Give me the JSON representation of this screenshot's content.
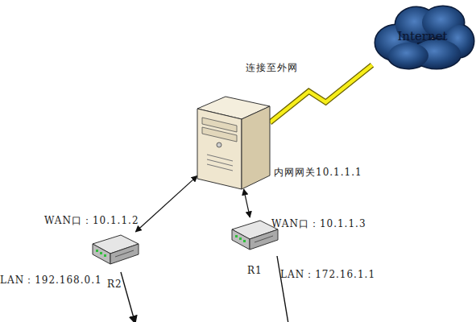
{
  "diagram": {
    "nodes": [
      {
        "text": [
          "Internet"
        ]
      },
      {
        "text": [
          "内网网关10.1.1.1"
        ]
      },
      {
        "text": [
          "WAN口：10.1.1.2",
          "R2",
          "LAN：192.168.0.1"
        ]
      },
      {
        "text": [
          "WAN口：10.1.1.3",
          "R1",
          "LAN：172.16.1.1"
        ]
      }
    ],
    "edges": [
      {
        "from": 1,
        "to": 0,
        "arrow": "none",
        "label": "连接至外网"
      },
      {
        "from": 1,
        "to": 2,
        "arrow": "both"
      },
      {
        "from": 1,
        "to": 3,
        "arrow": "both"
      }
    ]
  }
}
